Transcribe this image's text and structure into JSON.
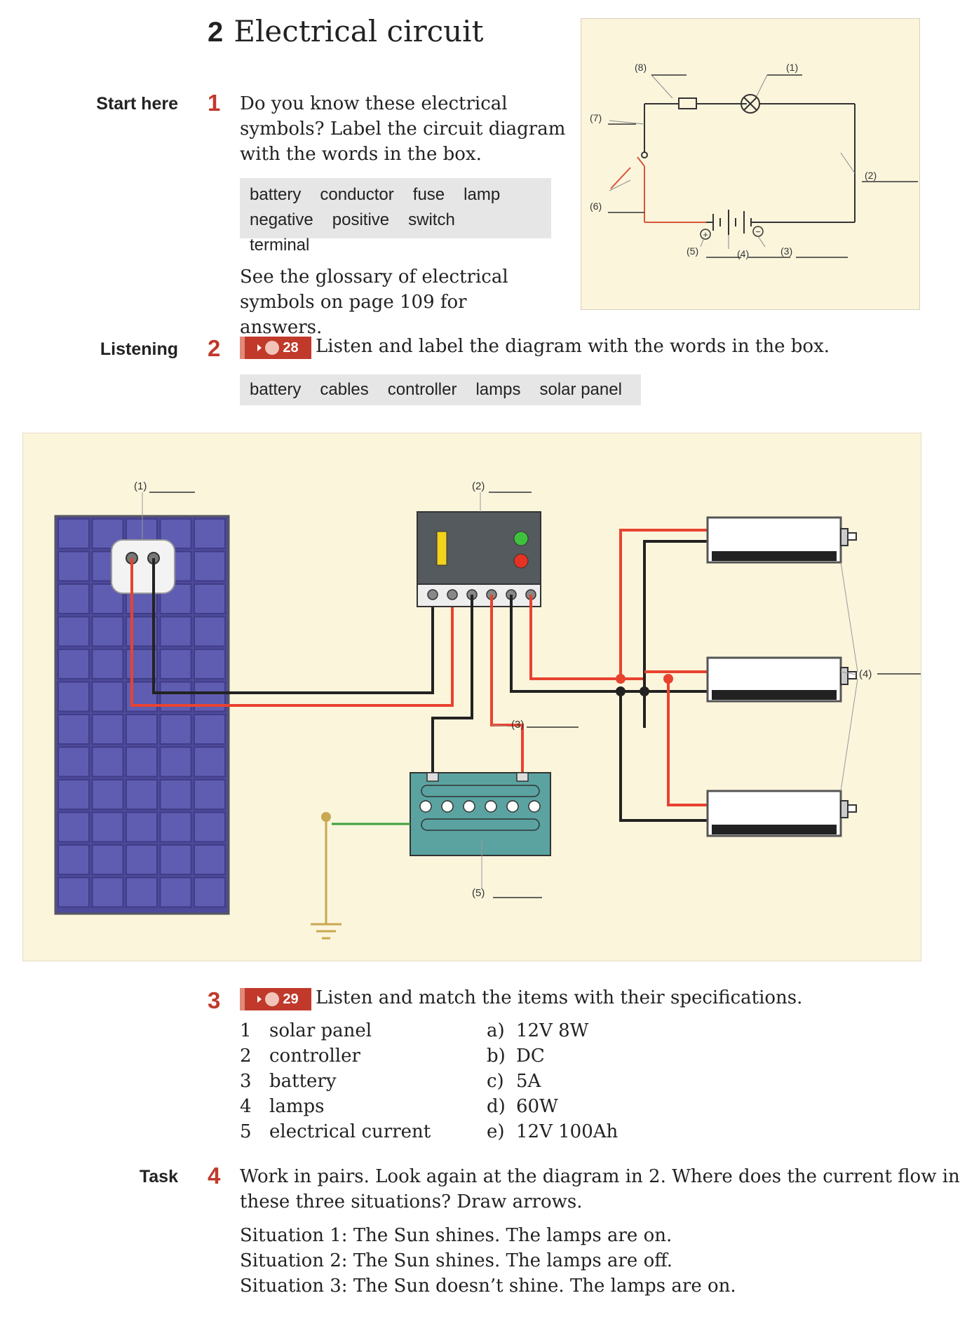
{
  "heading": {
    "number": "2",
    "title": "Electrical circuit"
  },
  "section1": {
    "side_label": "Start here",
    "number": "1",
    "instruction_lines": [
      "Do you know these electrical",
      "symbols? Label the circuit diagram",
      "with the words in the box."
    ],
    "word_box": {
      "row1": [
        "battery",
        "conductor",
        "fuse",
        "lamp"
      ],
      "row2": [
        "negative",
        "positive",
        "switch",
        "terminal"
      ]
    },
    "note_lines": [
      "See the glossary of electrical",
      "symbols on page 109 for answers."
    ]
  },
  "circuit_diagram": {
    "labels": [
      "(1)",
      "(2)",
      "(3)",
      "(4)",
      "(5)",
      "(6)",
      "(7)",
      "(8)"
    ],
    "plus_sign": "+",
    "minus_sign": "−",
    "colors": {
      "background": "#fbf5dc",
      "wire": "#333333",
      "highlight": "#d9553a"
    }
  },
  "section2": {
    "side_label": "Listening",
    "number": "2",
    "track": "28",
    "instruction": "Listen and label the diagram with the words in the box.",
    "word_box": [
      "battery",
      "cables",
      "controller",
      "lamps",
      "solar panel"
    ]
  },
  "solar_diagram": {
    "labels": [
      "(1)",
      "(2)",
      "(3)",
      "(4)",
      "(5)"
    ],
    "colors": {
      "background": "#fbf5dc",
      "panel": "#4d4a9c",
      "red_wire": "#e8432f",
      "black_wire": "#222222",
      "ground_wire": "#3aa03a",
      "battery": "#5aa3a0"
    }
  },
  "section3": {
    "number": "3",
    "track": "29",
    "instruction": "Listen and match the items with their specifications.",
    "items": [
      {
        "num": "1",
        "text": "solar panel"
      },
      {
        "num": "2",
        "text": "controller"
      },
      {
        "num": "3",
        "text": "battery"
      },
      {
        "num": "4",
        "text": "lamps"
      },
      {
        "num": "5",
        "text": "electrical current"
      }
    ],
    "specs": [
      {
        "letter": "a)",
        "text": "12V 8W"
      },
      {
        "letter": "b)",
        "text": "DC"
      },
      {
        "letter": "c)",
        "text": "5A"
      },
      {
        "letter": "d)",
        "text": "60W"
      },
      {
        "letter": "e)",
        "text": "12V 100Ah"
      }
    ]
  },
  "section4": {
    "side_label": "Task",
    "number": "4",
    "instruction_lines": [
      "Work in pairs. Look again at the diagram in 2. Where does the current flow in",
      "these three situations? Draw arrows."
    ],
    "situations": [
      "Situation 1: The Sun shines. The lamps are on.",
      "Situation 2: The Sun shines. The lamps are off.",
      "Situation 3: The Sun doesn’t shine. The lamps are on."
    ]
  }
}
